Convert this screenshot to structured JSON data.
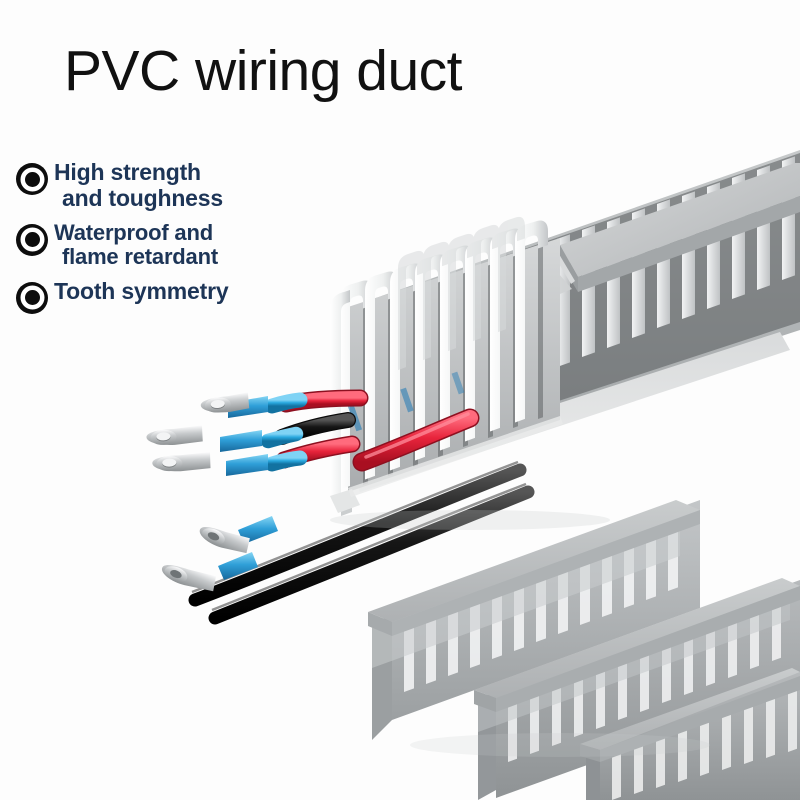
{
  "page": {
    "title": "PVC wiring duct",
    "background_color": "#fdfdfd",
    "title_color": "#111111",
    "feature_text_color": "#1d3557",
    "bullet_color": "#0d0d0d"
  },
  "features": [
    {
      "line1": "High strength",
      "line2": "and toughness",
      "bullet_icon": "bullseye-icon"
    },
    {
      "line1": "Waterproof and",
      "line2": "flame retardant",
      "bullet_icon": "bullseye-icon"
    },
    {
      "line1": "Tooth symmetry",
      "line2": "",
      "bullet_icon": "bullseye-icon"
    }
  ],
  "product_photo": {
    "subject": "slotted grey PVC wiring duct with cover and terminated cables",
    "duct_body_color": "#b4b7b9",
    "duct_tooth_color": "#e9eaeb",
    "duct_slot_color": "#2f3234",
    "duct_cover_color": "#b9bcbe",
    "duct_inner_color": "#cdd0d1",
    "wire_colors": {
      "red": "#e8243c",
      "blue": "#2aa9e0",
      "black": "#111111",
      "lug_metal": "#c8cbcd",
      "sleeve_blue": "#2f9fd8"
    },
    "small_duct_count": 3
  }
}
